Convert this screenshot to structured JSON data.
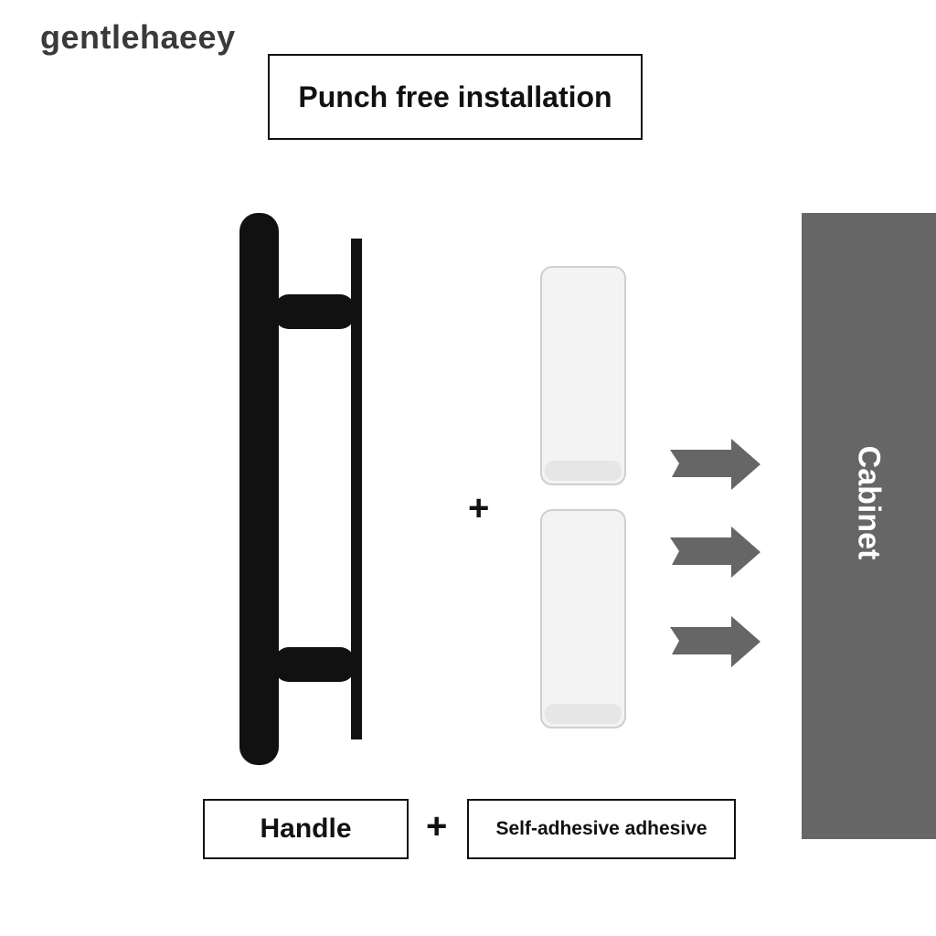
{
  "watermark": "gentlehaeey",
  "title": "Punch free installation",
  "operator_plus": "+",
  "labels": {
    "handle": "Handle",
    "adhesive": "Self-adhesive adhesive"
  },
  "cabinet": {
    "label": "Cabinet",
    "color": "#666666"
  },
  "colors": {
    "handle": "#111111",
    "arrow": "#666666",
    "pad_fill": "#f3f3f3",
    "pad_stroke": "#cfcfcf"
  },
  "icons": {
    "handle": "bar-handle-icon",
    "pads": "adhesive-pad-icon",
    "arrows": "arrow-right-icon"
  }
}
